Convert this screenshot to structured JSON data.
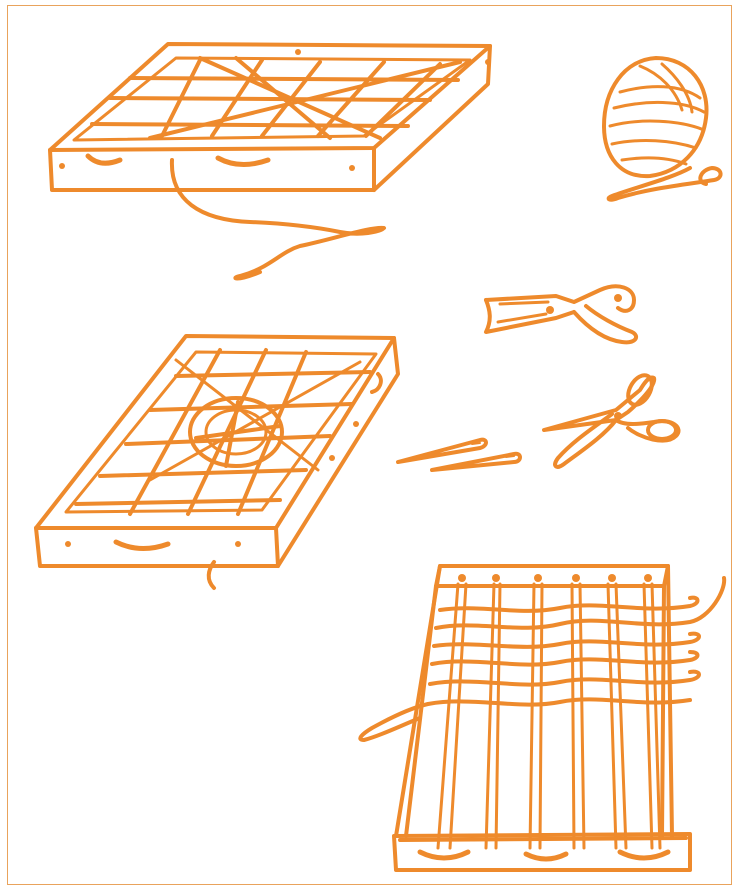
{
  "palette": {
    "ink": "#ee8a2c",
    "frame": "#e9a35c",
    "background": "#ffffff"
  },
  "illustrations": [
    {
      "name": "tray-loom-diagonal-weave"
    },
    {
      "name": "ball-of-yarn"
    },
    {
      "name": "clothespin"
    },
    {
      "name": "tray-loom-circle-weave"
    },
    {
      "name": "tapestry-needles"
    },
    {
      "name": "scissors"
    },
    {
      "name": "frame-loom-plain-weave"
    }
  ]
}
